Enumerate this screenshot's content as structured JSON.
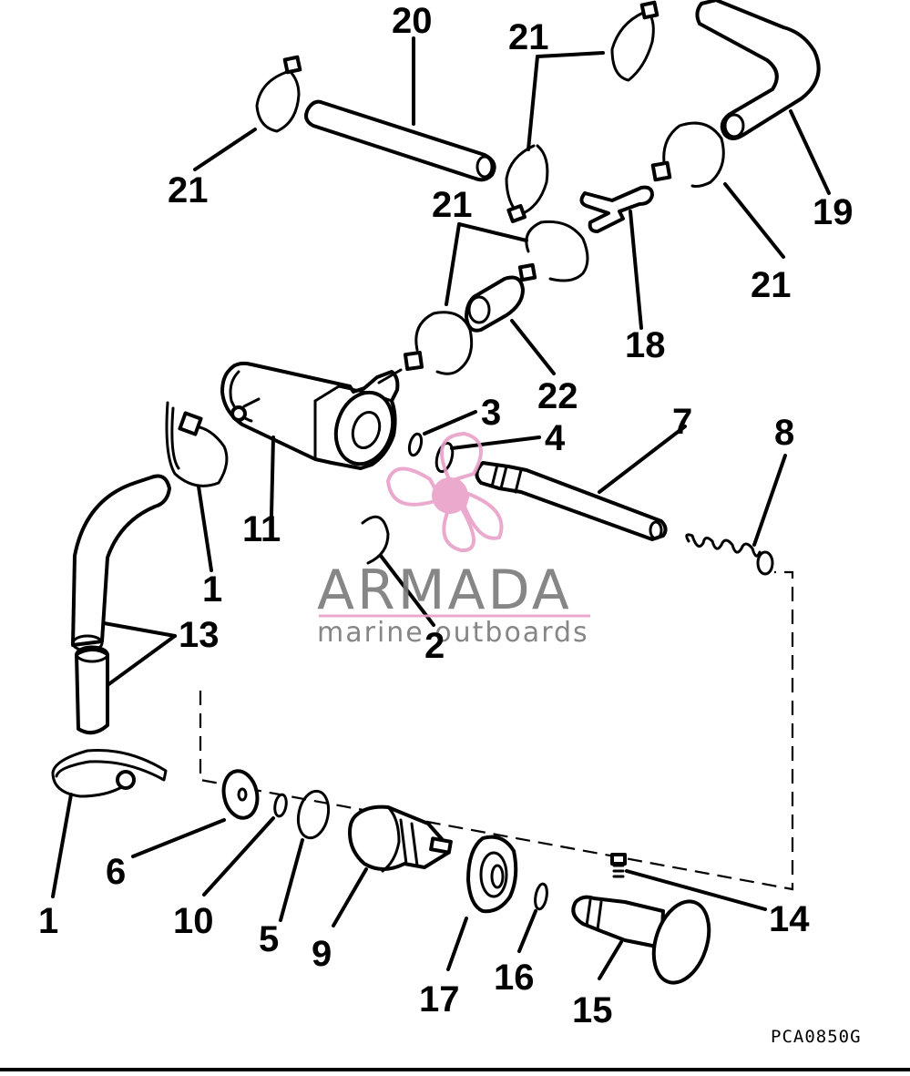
{
  "callouts": {
    "c20": "20",
    "c21a": "21",
    "c21b": "21",
    "c21c": "21",
    "c21d": "21",
    "c19": "19",
    "c18": "18",
    "c22": "22",
    "c3": "3",
    "c4": "4",
    "c7": "7",
    "c8": "8",
    "c11": "11",
    "c1a": "1",
    "c13": "13",
    "c2": "2",
    "c6": "6",
    "c10": "10",
    "c5": "5",
    "c9": "9",
    "c17": "17",
    "c16": "16",
    "c15": "15",
    "c14": "14",
    "c1b": "1"
  },
  "diagram_code": "PCA0850G",
  "watermark": {
    "brand": "ARMADA",
    "tagline": "marine outboards",
    "brand_color": "#e8a0c8",
    "text_color": "#7a7a7a"
  }
}
